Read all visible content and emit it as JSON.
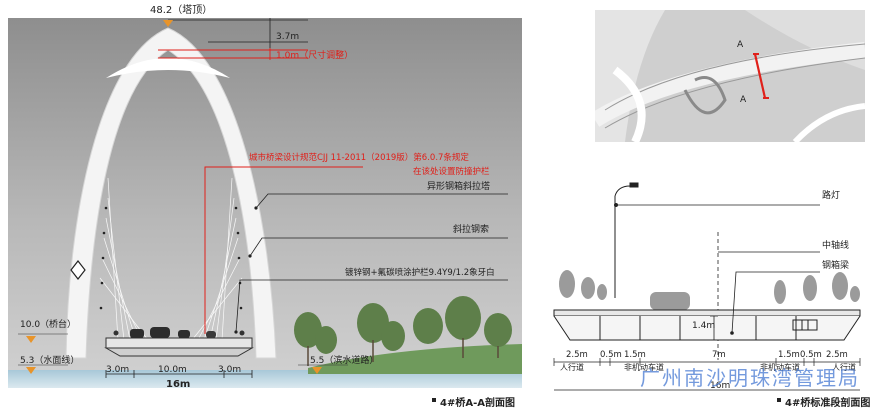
{
  "left_figure": {
    "tower_top_level": "48.2（塔顶）",
    "dim_top": "3.7m",
    "dim_adjust": "1.0m（尺寸调整）",
    "code_note_line1": "城市桥梁设计规范CJJ 11-2011（2019版）第6.0.7条规定",
    "code_note_line2": "在该处设置防撞护栏",
    "callouts": [
      "异形钢箱斜拉塔",
      "斜拉钢索",
      "镀锌钢+氟碳喷涂护栏9.4Y9/1.2象牙白"
    ],
    "deck_level": "10.0（桥台）",
    "water_level": "5.3（水面线）",
    "path_level": "5.5（滨水道路）",
    "width_dims": [
      "3.0m",
      "10.0m",
      "3.0m"
    ],
    "total_width": "16m",
    "caption": "4#桥A-A剖面图",
    "colors": {
      "annotation_red": "#e0201a",
      "marker_orange": "#e8942a"
    }
  },
  "key_plan": {
    "section_a": "A",
    "section_a2": "A"
  },
  "right_figure": {
    "callouts": [
      "路灯",
      "中轴线",
      "钢箱梁"
    ],
    "height_dim": "1.4m",
    "bottom_dims": [
      "2.5m",
      "0.5m",
      "1.5m",
      "7m",
      "1.5m",
      "0.5m",
      "2.5m"
    ],
    "lane_labels": [
      "人行道",
      "非机动车道",
      "非机动车道",
      "人行道"
    ],
    "total_width": "16m",
    "caption": "4#桥标准段剖面图"
  },
  "watermark": "广州南沙明珠湾管理局"
}
